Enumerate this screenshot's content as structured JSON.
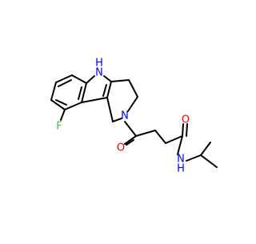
{
  "molecule": {
    "atom_labels": {
      "indole_nh": "H",
      "indole_n": "N",
      "fluorine": "F",
      "ring_n": "N",
      "ketone_o": "O",
      "amide_o": "O",
      "amide_n": "N",
      "amide_h": "H"
    },
    "colors": {
      "bond": "#000000",
      "nitrogen": "#0000ff",
      "oxygen": "#ff0000",
      "fluorine": "#33cc33"
    }
  }
}
